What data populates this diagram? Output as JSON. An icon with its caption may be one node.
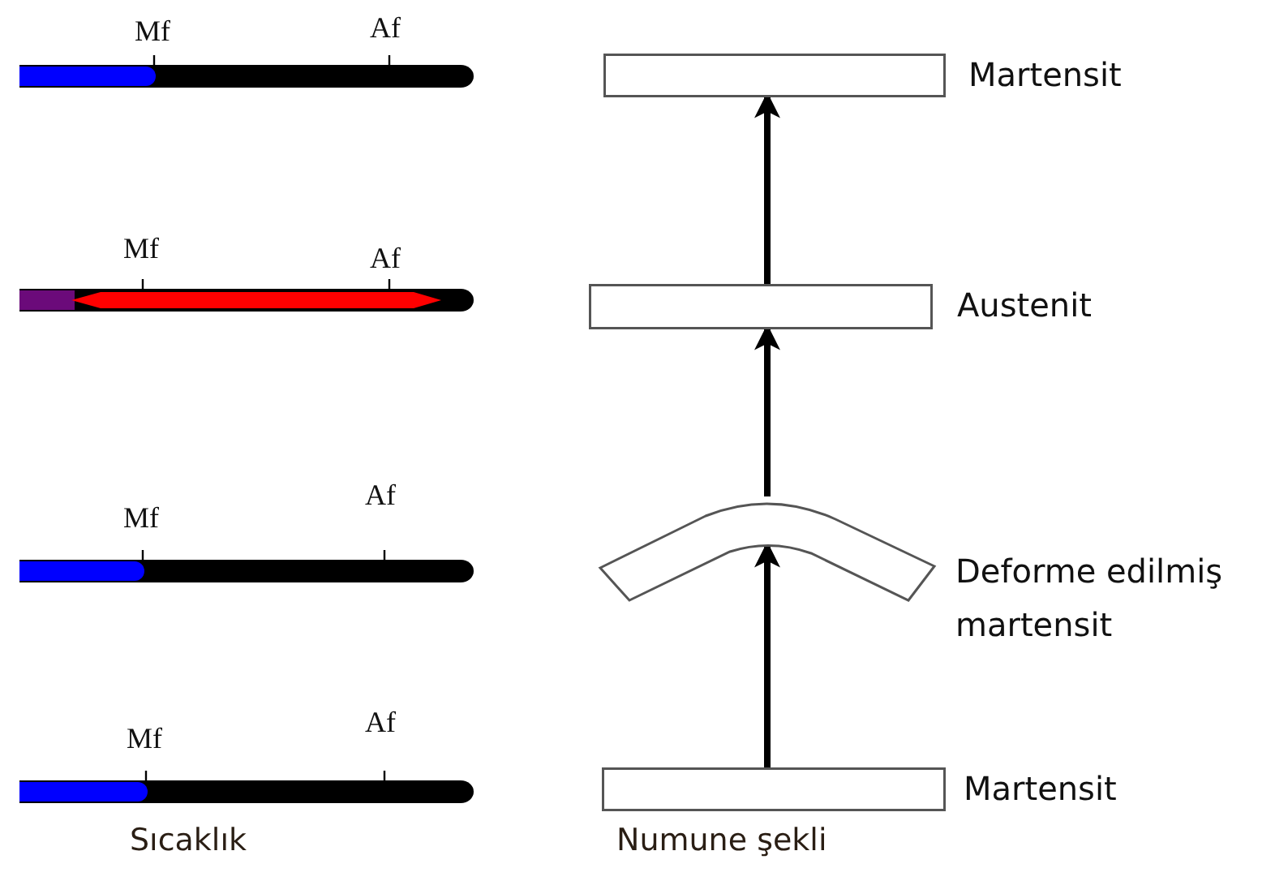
{
  "diagram": {
    "nodes": [
      {
        "text": [],
        "shape": "box",
        "beside": [
          "Martensit"
        ]
      },
      {
        "text": [],
        "shape": "box",
        "beside": [
          "Austenit"
        ]
      },
      {
        "text": [],
        "shape": "arch",
        "beside": [
          "Deforme edilmiş martensit"
        ]
      },
      {
        "text": [],
        "shape": "box",
        "beside": [
          "Martensit"
        ]
      }
    ],
    "edges": [
      {
        "from": 3,
        "to": 2,
        "arrow": "to"
      },
      {
        "from": 2,
        "to": 1,
        "arrow": "to"
      },
      {
        "from": 1,
        "to": 0,
        "arrow": "to"
      }
    ],
    "labels": [
      "Mf",
      "Af",
      "Mf",
      "Af",
      "Mf",
      "Af",
      "Mf",
      "Af",
      "Sıcaklık",
      "Numune şekli"
    ]
  }
}
